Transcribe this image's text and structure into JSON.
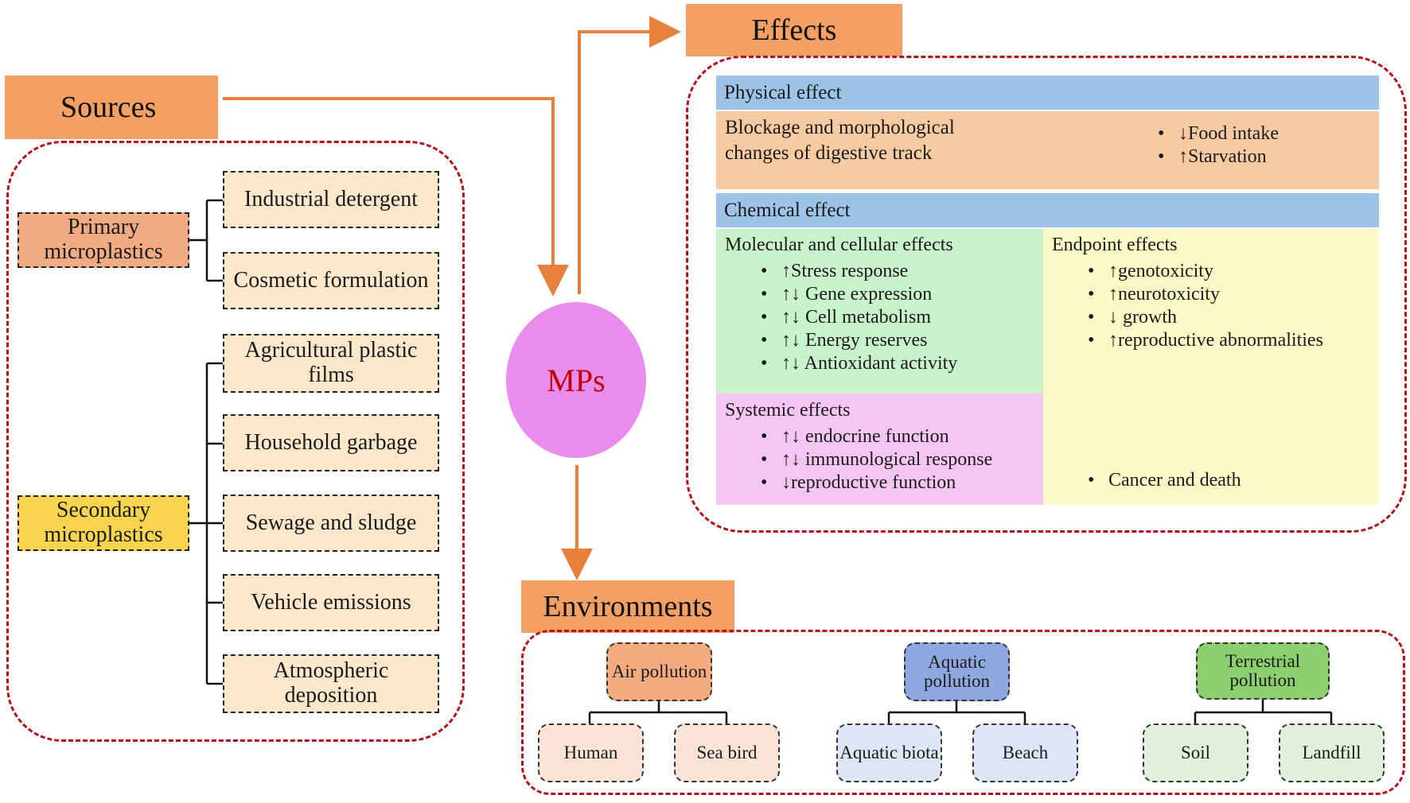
{
  "headers": {
    "sources": "Sources",
    "effects": "Effects",
    "environments": "Environments"
  },
  "center": {
    "label": "MPs"
  },
  "sources": {
    "primary": {
      "label": "Primary microplastics",
      "items": [
        "Industrial detergent",
        "Cosmetic formulation"
      ]
    },
    "secondary": {
      "label": "Secondary microplastics",
      "items": [
        "Agricultural plastic films",
        "Household garbage",
        "Sewage and sludge",
        "Vehicle emissions",
        "Atmospheric deposition"
      ]
    }
  },
  "effects": {
    "physical": {
      "title": "Physical effect",
      "cause": "Blockage and morphological changes of digestive track",
      "outcomes": [
        "↓Food intake",
        "↑Starvation"
      ]
    },
    "chemical": {
      "title": "Chemical effect",
      "molecular": {
        "title": "Molecular and cellular effects",
        "items": [
          "↑Stress response",
          "↑↓ Gene expression",
          "↑↓ Cell metabolism",
          "↑↓ Energy reserves",
          "↑↓ Antioxidant activity"
        ]
      },
      "endpoint": {
        "title": "Endpoint effects",
        "items": [
          "↑genotoxicity",
          "↑neurotoxicity",
          "↓ growth",
          "↑reproductive abnormalities"
        ],
        "final": "Cancer and death"
      },
      "systemic": {
        "title": "Systemic effects",
        "items": [
          "↑↓ endocrine function",
          "↑↓ immunological response",
          "↓reproductive function"
        ]
      }
    }
  },
  "environments": {
    "air": {
      "label": "Air pollution",
      "children": [
        "Human",
        "Sea bird"
      ]
    },
    "aquatic": {
      "label": "Aquatic pollution",
      "children": [
        "Aquatic biota",
        "Beach"
      ]
    },
    "terrestrial": {
      "label": "Terrestrial pollution",
      "children": [
        "Soil",
        "Landfill"
      ]
    }
  },
  "colors": {
    "header": "#f4a064",
    "dash_border": "#b3121c",
    "arrow_orange": "#e8803a",
    "arrow_blue": "#5b8ff0",
    "mps_fill": "#e88cee",
    "mps_text": "#c00000"
  }
}
